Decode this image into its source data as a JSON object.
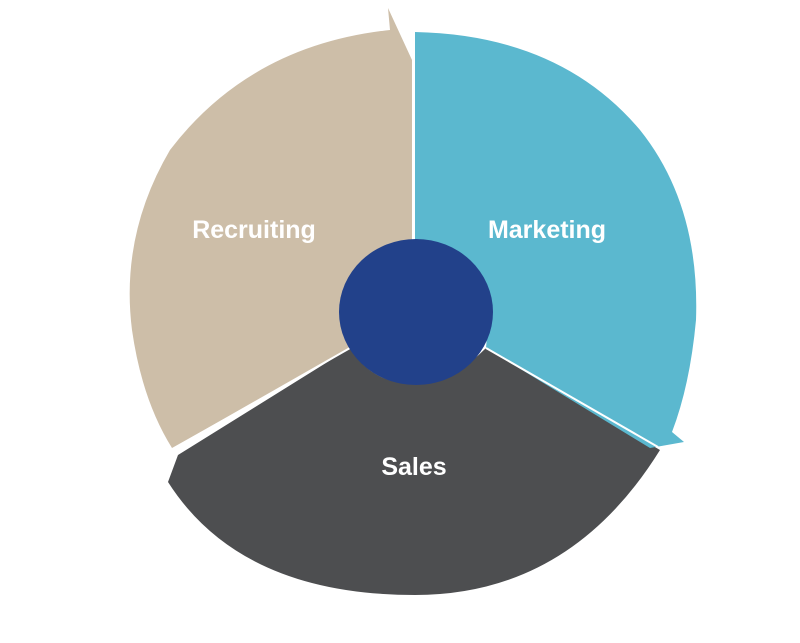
{
  "diagram": {
    "segments": [
      {
        "id": "recruiting",
        "label": "Recruiting",
        "color": "#CDBEA8"
      },
      {
        "id": "marketing",
        "label": "Marketing",
        "color": "#5BB8CF"
      },
      {
        "id": "sales",
        "label": "Sales",
        "color": "#4D4E50"
      }
    ],
    "hub": {
      "color": "#22418A"
    }
  }
}
